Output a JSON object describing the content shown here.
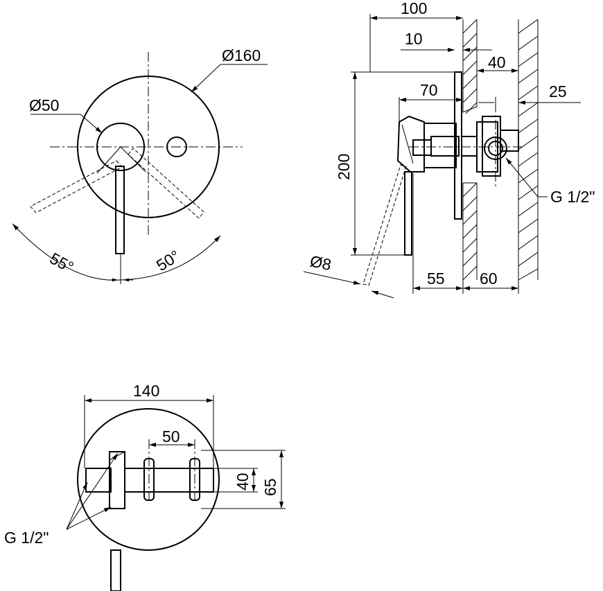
{
  "front_view": {
    "plate_diameter": "Ø160",
    "handle_base_diameter": "Ø50",
    "angle_left": "55°",
    "angle_right": "50°"
  },
  "side_view": {
    "dim_total_depth": "100",
    "dim_plate_offset": "10",
    "dim_wall_gap": "40",
    "dim_body_depth": "70",
    "dim_pipe_offset": "25",
    "dim_height": "200",
    "dim_lever_diameter": "Ø8",
    "dim_lever_depth": "55",
    "dim_wall_depth": "60",
    "thread_label": "G 1/2\""
  },
  "bottom_view": {
    "dim_width": "140",
    "dim_port_spacing": "50",
    "dim_port_height": "40",
    "dim_body_height": "65",
    "thread_label": "G 1/2\""
  }
}
